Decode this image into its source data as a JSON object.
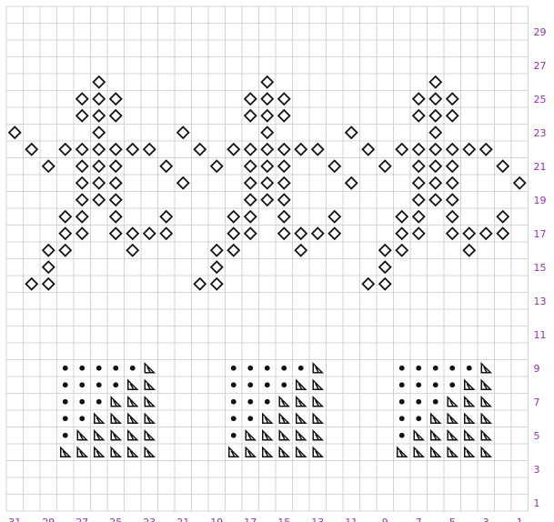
{
  "colors": {
    "grid": "#c8c8c8",
    "label": "#9b2fb0",
    "symbol": "#111111",
    "background": "#ffffff"
  },
  "grid": {
    "columns": 31,
    "rows": 30,
    "column_numbering": "right-to-left",
    "row_numbering": "bottom-to-top"
  },
  "row_labels": [
    "1",
    "3",
    "5",
    "7",
    "9",
    "11",
    "13",
    "15",
    "17",
    "19",
    "21",
    "23",
    "25",
    "27",
    "29"
  ],
  "column_labels": [
    "31",
    "29",
    "27",
    "25",
    "23",
    "21",
    "19",
    "17",
    "15",
    "13",
    "11",
    "9",
    "7",
    "5",
    "3",
    "1"
  ],
  "legend_symbols": {
    "diamond": "open diamond",
    "dot": "filled dot",
    "wedge": "triangle wedge"
  },
  "figure": {
    "cells": [
      [
        26,
        26
      ],
      [
        25,
        27
      ],
      [
        25,
        26
      ],
      [
        25,
        25
      ],
      [
        24,
        27
      ],
      [
        24,
        26
      ],
      [
        24,
        25
      ],
      [
        23,
        26
      ],
      [
        22,
        28
      ],
      [
        22,
        27
      ],
      [
        22,
        26
      ],
      [
        22,
        25
      ],
      [
        22,
        24
      ],
      [
        22,
        23
      ],
      [
        21,
        27
      ],
      [
        21,
        26
      ],
      [
        21,
        25
      ],
      [
        20,
        27
      ],
      [
        20,
        26
      ],
      [
        20,
        25
      ],
      [
        19,
        27
      ],
      [
        19,
        26
      ],
      [
        19,
        25
      ],
      [
        18,
        28
      ],
      [
        18,
        27
      ],
      [
        18,
        25
      ],
      [
        17,
        28
      ],
      [
        17,
        27
      ],
      [
        17,
        25
      ],
      [
        17,
        24
      ],
      [
        17,
        23
      ],
      [
        16,
        29
      ],
      [
        16,
        28
      ],
      [
        16,
        24
      ],
      [
        15,
        29
      ],
      [
        14,
        30
      ],
      [
        14,
        29
      ],
      [
        23,
        31
      ],
      [
        22,
        30
      ],
      [
        21,
        29
      ],
      [
        21,
        22
      ],
      [
        20,
        21
      ],
      [
        18,
        22
      ],
      [
        17,
        22
      ]
    ],
    "column_offsets": [
      0,
      -10,
      -20
    ]
  },
  "swatch": {
    "rows": [
      [
        "dot",
        "dot",
        "dot",
        "dot",
        "dot",
        "wedge"
      ],
      [
        "dot",
        "dot",
        "dot",
        "dot",
        "wedge",
        "wedge"
      ],
      [
        "dot",
        "dot",
        "dot",
        "wedge",
        "wedge",
        "wedge"
      ],
      [
        "dot",
        "dot",
        "wedge",
        "wedge",
        "wedge",
        "wedge"
      ],
      [
        "dot",
        "wedge",
        "wedge",
        "wedge",
        "wedge",
        "wedge"
      ],
      [
        "wedge",
        "wedge",
        "wedge",
        "wedge",
        "wedge",
        "wedge"
      ]
    ],
    "top_row": 9,
    "left_columns": [
      28,
      18,
      8
    ]
  }
}
